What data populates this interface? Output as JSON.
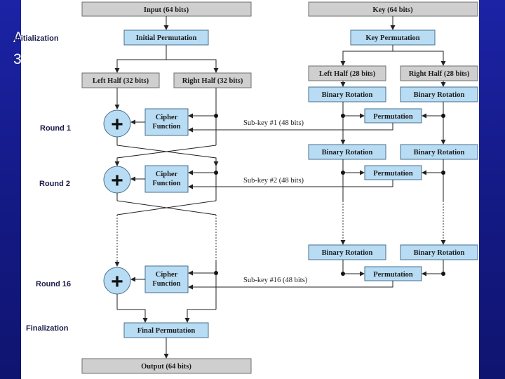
{
  "background_text": {
    "line1": "A",
    "line2": "3"
  },
  "diagram": {
    "input": "Input (64 bits)",
    "key": "Key (64 bits)",
    "initial_permutation": "Initial Permutation",
    "key_permutation": "Key Permutation",
    "left_half_32": "Left Half (32 bits)",
    "right_half_32": "Right Half (32 bits)",
    "left_half_28": "Left Half (28 bits)",
    "right_half_28": "Right Half (28 bits)",
    "binary_rotation": "Binary Rotation",
    "permutation": "Permutation",
    "cipher_line1": "Cipher",
    "cipher_line2": "Function",
    "subkey1": "Sub-key #1 (48 bits)",
    "subkey2": "Sub-key #2 (48 bits)",
    "subkey16": "Sub-key #16 (48 bits)",
    "final_permutation": "Final Permutation",
    "output": "Output (64 bits)",
    "labels": {
      "initialization": "Initialization",
      "round1": "Round 1",
      "round2": "Round 2",
      "round16": "Round 16",
      "finalization": "Finalization"
    },
    "plus": "+"
  }
}
